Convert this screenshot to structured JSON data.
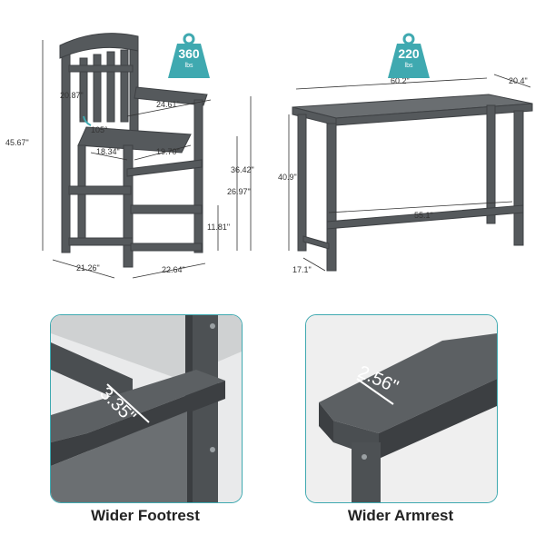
{
  "chair": {
    "weight": {
      "value": "360",
      "unit": "lbs"
    },
    "dims": {
      "overall_height": "45.67\"",
      "back_height": "20.87\"",
      "arm_width": "24.61\"",
      "recline_angle": "105°",
      "seat_depth": "18.34\"",
      "seat_width": "19.70\"",
      "seat_height_top": "36.42\"",
      "seat_height": "26.97\"",
      "footrest_height": "11.81\"",
      "base_depth": "21.26\"",
      "base_width": "22.64\""
    }
  },
  "table": {
    "weight": {
      "value": "220",
      "unit": "lbs"
    },
    "dims": {
      "length": "60.2\"",
      "depth": "20.4\"",
      "height": "40.9\"",
      "inner_length": "55.1\"",
      "base_depth": "17.1\""
    }
  },
  "details": [
    {
      "caption": "Wider Footrest",
      "measure": "3.35\""
    },
    {
      "caption": "Wider Armrest",
      "measure": "2.56\""
    }
  ],
  "colors": {
    "accent": "#3fa9b0",
    "furniture": "#55595c",
    "furniture_dark": "#3e4144"
  }
}
